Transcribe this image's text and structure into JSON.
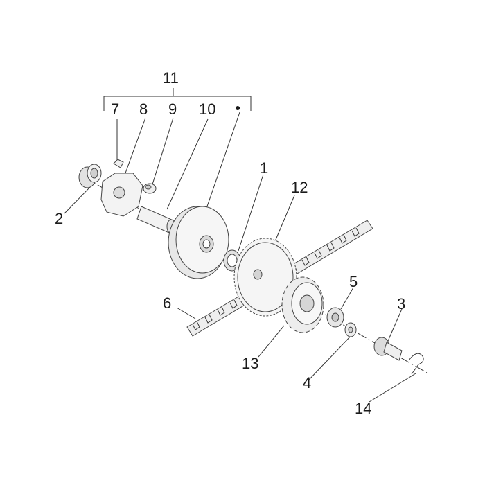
{
  "diagram": {
    "callouts": {
      "c1": "1",
      "c2": "2",
      "c3": "3",
      "c4": "4",
      "c5": "5",
      "c6": "6",
      "c7": "7",
      "c8": "8",
      "c9": "9",
      "c10": "10",
      "c11": "11",
      "c12": "12",
      "c13": "13",
      "c14": "14"
    },
    "group_marker": "●",
    "colors": {
      "line": "#333333",
      "part_fill": "#f4f4f4",
      "part_shadow": "#d6d6d6",
      "background": "#ffffff"
    }
  }
}
